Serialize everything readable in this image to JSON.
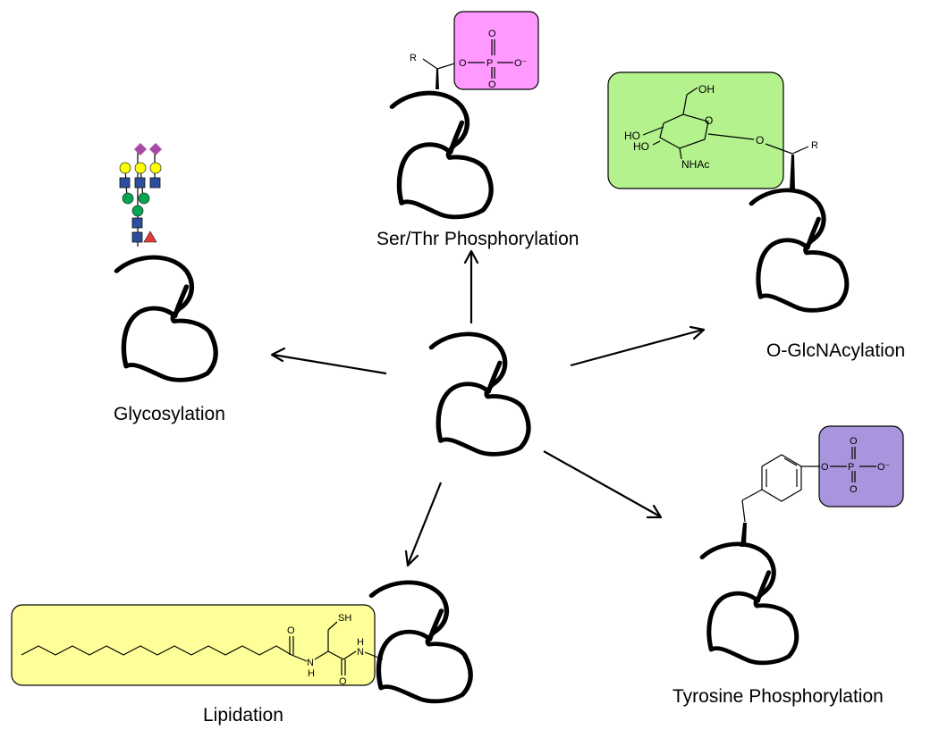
{
  "labels": {
    "ser_thr": "Ser/Thr Phosphorylation",
    "glcnac": "O-GlcNAcylation",
    "glycosylation": "Glycosylation",
    "lipidation": "Lipidation",
    "tyrosine": "Tyrosine Phosphorylation"
  },
  "chem": {
    "R": "R",
    "O": "O",
    "P": "P",
    "O_minus": "O⁻",
    "OH": "OH",
    "HO": "HO",
    "NHAc": "NHAc",
    "SH": "SH",
    "N": "N",
    "H": "H"
  },
  "colors": {
    "phospho_box": "#ff99ff",
    "glcnac_box": "#b3f28c",
    "tyrosine_box": "#a995dd",
    "lipid_box": "#ffff99",
    "glycan_diamond": "#a64ca6",
    "glycan_circle_yellow": "#ffff00",
    "glycan_square": "#2d4e9e",
    "glycan_circle_green": "#00a651",
    "glycan_triangle": "#e53935"
  },
  "icons": [
    "protein-fold-icon",
    "arrow-icon",
    "glycan-tree-icon"
  ]
}
